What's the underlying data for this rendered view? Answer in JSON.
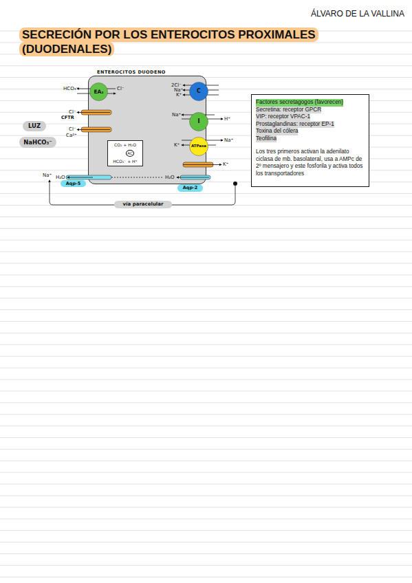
{
  "diagram": {
    "title": "SECRECIÓN POR LOS ENTEROCITOS PROXIMALES (DUODENALES)",
    "nodes": [
      {
        "text": [
          "ENTEROCITOS DUODENO"
        ]
      },
      {
        "text": [
          "EA₂"
        ],
        "in": 0
      },
      {
        "text": [
          "C"
        ],
        "in": 0
      },
      {
        "text": [
          "I"
        ],
        "in": 0
      },
      {
        "text": [
          "ATPasa"
        ],
        "in": 0
      },
      {
        "text": [
          "CO₂ + H₂O",
          "AC",
          "HCO₃⁻ + H⁺"
        ],
        "in": 0
      },
      {
        "text": [
          "Aqp-5"
        ]
      },
      {
        "text": [
          "Aqp-2"
        ]
      },
      {
        "text": [
          "LUZ"
        ]
      },
      {
        "text": [
          "NaHCO₃⁻"
        ]
      },
      {
        "text": [
          "vía paracelular"
        ]
      },
      {
        "text": [
          "Factores secretagogos (favorecen)",
          "Secretina: receptor GPCR",
          "VIP: receptor VPAC-1",
          "Prostaglandinas: receptor EP-1",
          "Toxina del cólera",
          "Teofilina",
          "Los tres primeros activan la adenilato ciclasa de mb. basolateral, usa a AMPc de 2º mensajero y este fosforila y activa todos los transportadores"
        ]
      }
    ],
    "labels": [
      "ÁLVARO DE LA VALLINA",
      "HCO₃⁻",
      "Cl⁻",
      "Cl⁻",
      "CFTR",
      "Cl⁻",
      "Ca²⁺",
      "H₂O",
      "Na⁺",
      "2Cl⁻",
      "Na⁺",
      "K⁺",
      "Na⁺",
      "H⁺",
      "K⁺",
      "Na⁺",
      "K⁺",
      "H₂O"
    ]
  }
}
